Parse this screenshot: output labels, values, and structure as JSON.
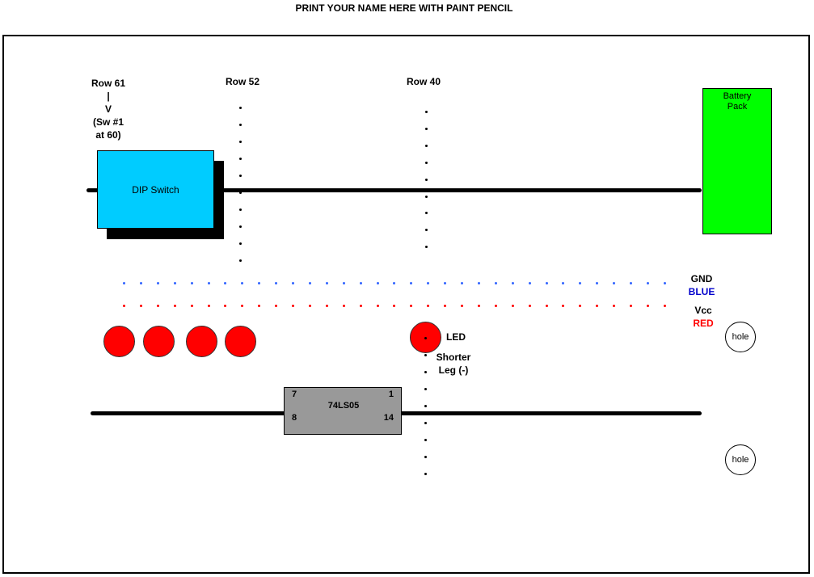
{
  "header": {
    "title": "PRINT YOUR NAME HERE WITH PAINT PENCIL"
  },
  "labels": {
    "row61": "Row 61",
    "row61_pipe": "|",
    "row61_v": "V",
    "row61_sw": "(Sw #1",
    "row61_at": "at 60)",
    "row52": "Row 52",
    "row40": "Row 40",
    "gnd": "GND",
    "blue": "BLUE",
    "vcc": "Vcc",
    "red": "RED",
    "led": "LED",
    "shorter": "Shorter",
    "leg": "Leg (-)"
  },
  "components": {
    "dip_switch": "DIP Switch",
    "battery_line1": "Battery",
    "battery_line2": "Pack",
    "chip_name": "74LS05",
    "pin_7": "7",
    "pin_1": "1",
    "pin_8": "8",
    "pin_14": "14",
    "hole1": "hole",
    "hole2": "hole"
  },
  "colors": {
    "dip_switch": "#00ccff",
    "battery": "#00ff00",
    "chip": "#999999",
    "led": "#ff0000",
    "gnd_rail": "#3366ff",
    "vcc_rail": "#ff0000"
  }
}
